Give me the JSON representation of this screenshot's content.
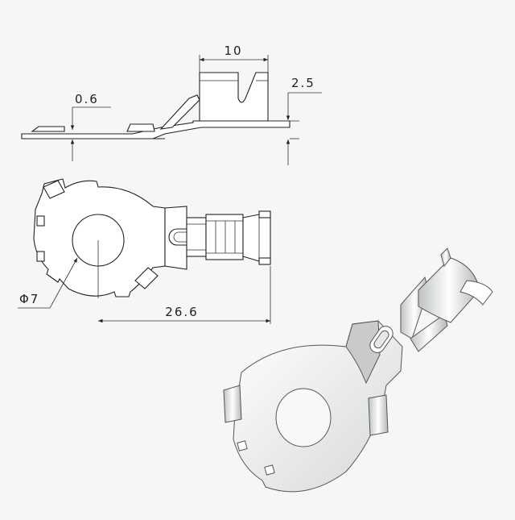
{
  "drawing": {
    "dimensions": {
      "top_width": "10",
      "thickness": "0.6",
      "height": "2.5",
      "hole_diameter": "Φ7",
      "overall_length": "26.6"
    }
  },
  "colors": {
    "background": "#f5f6f6",
    "line": "#222222",
    "part_fill": "#ffffff",
    "part_shade": "#c9cbcb"
  }
}
